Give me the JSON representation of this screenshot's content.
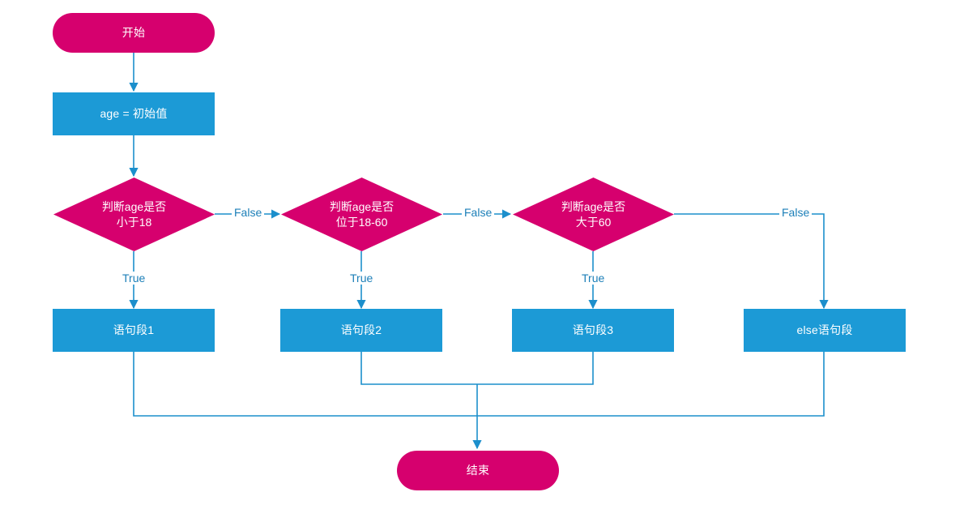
{
  "diagram": {
    "title": "if-elif-else age flowchart",
    "colors": {
      "terminator_fill": "#D6006E",
      "process_fill": "#1C9AD6",
      "edge_stroke": "#1C8FCC",
      "edge_label_text": "#1C7FB8",
      "node_text": "#FFFFFF",
      "background": "#FFFFFF"
    },
    "nodes": [
      {
        "id": "start",
        "type": "terminator",
        "label": "开始"
      },
      {
        "id": "init",
        "type": "process",
        "label": "age = 初始值"
      },
      {
        "id": "cond1",
        "type": "decision",
        "label": "判断age是否\n小于18"
      },
      {
        "id": "cond2",
        "type": "decision",
        "label": "判断age是否\n位于18-60"
      },
      {
        "id": "cond3",
        "type": "decision",
        "label": "判断age是否\n大于60"
      },
      {
        "id": "stmt1",
        "type": "process",
        "label": "语句段1"
      },
      {
        "id": "stmt2",
        "type": "process",
        "label": "语句段2"
      },
      {
        "id": "stmt3",
        "type": "process",
        "label": "语句段3"
      },
      {
        "id": "stmtelse",
        "type": "process",
        "label": "else语句段"
      },
      {
        "id": "end",
        "type": "terminator",
        "label": "结束"
      }
    ],
    "edge_labels": [
      {
        "id": "false1",
        "text": "False"
      },
      {
        "id": "false2",
        "text": "False"
      },
      {
        "id": "false3",
        "text": "False"
      },
      {
        "id": "true1",
        "text": "True"
      },
      {
        "id": "true2",
        "text": "True"
      },
      {
        "id": "true3",
        "text": "True"
      }
    ]
  }
}
